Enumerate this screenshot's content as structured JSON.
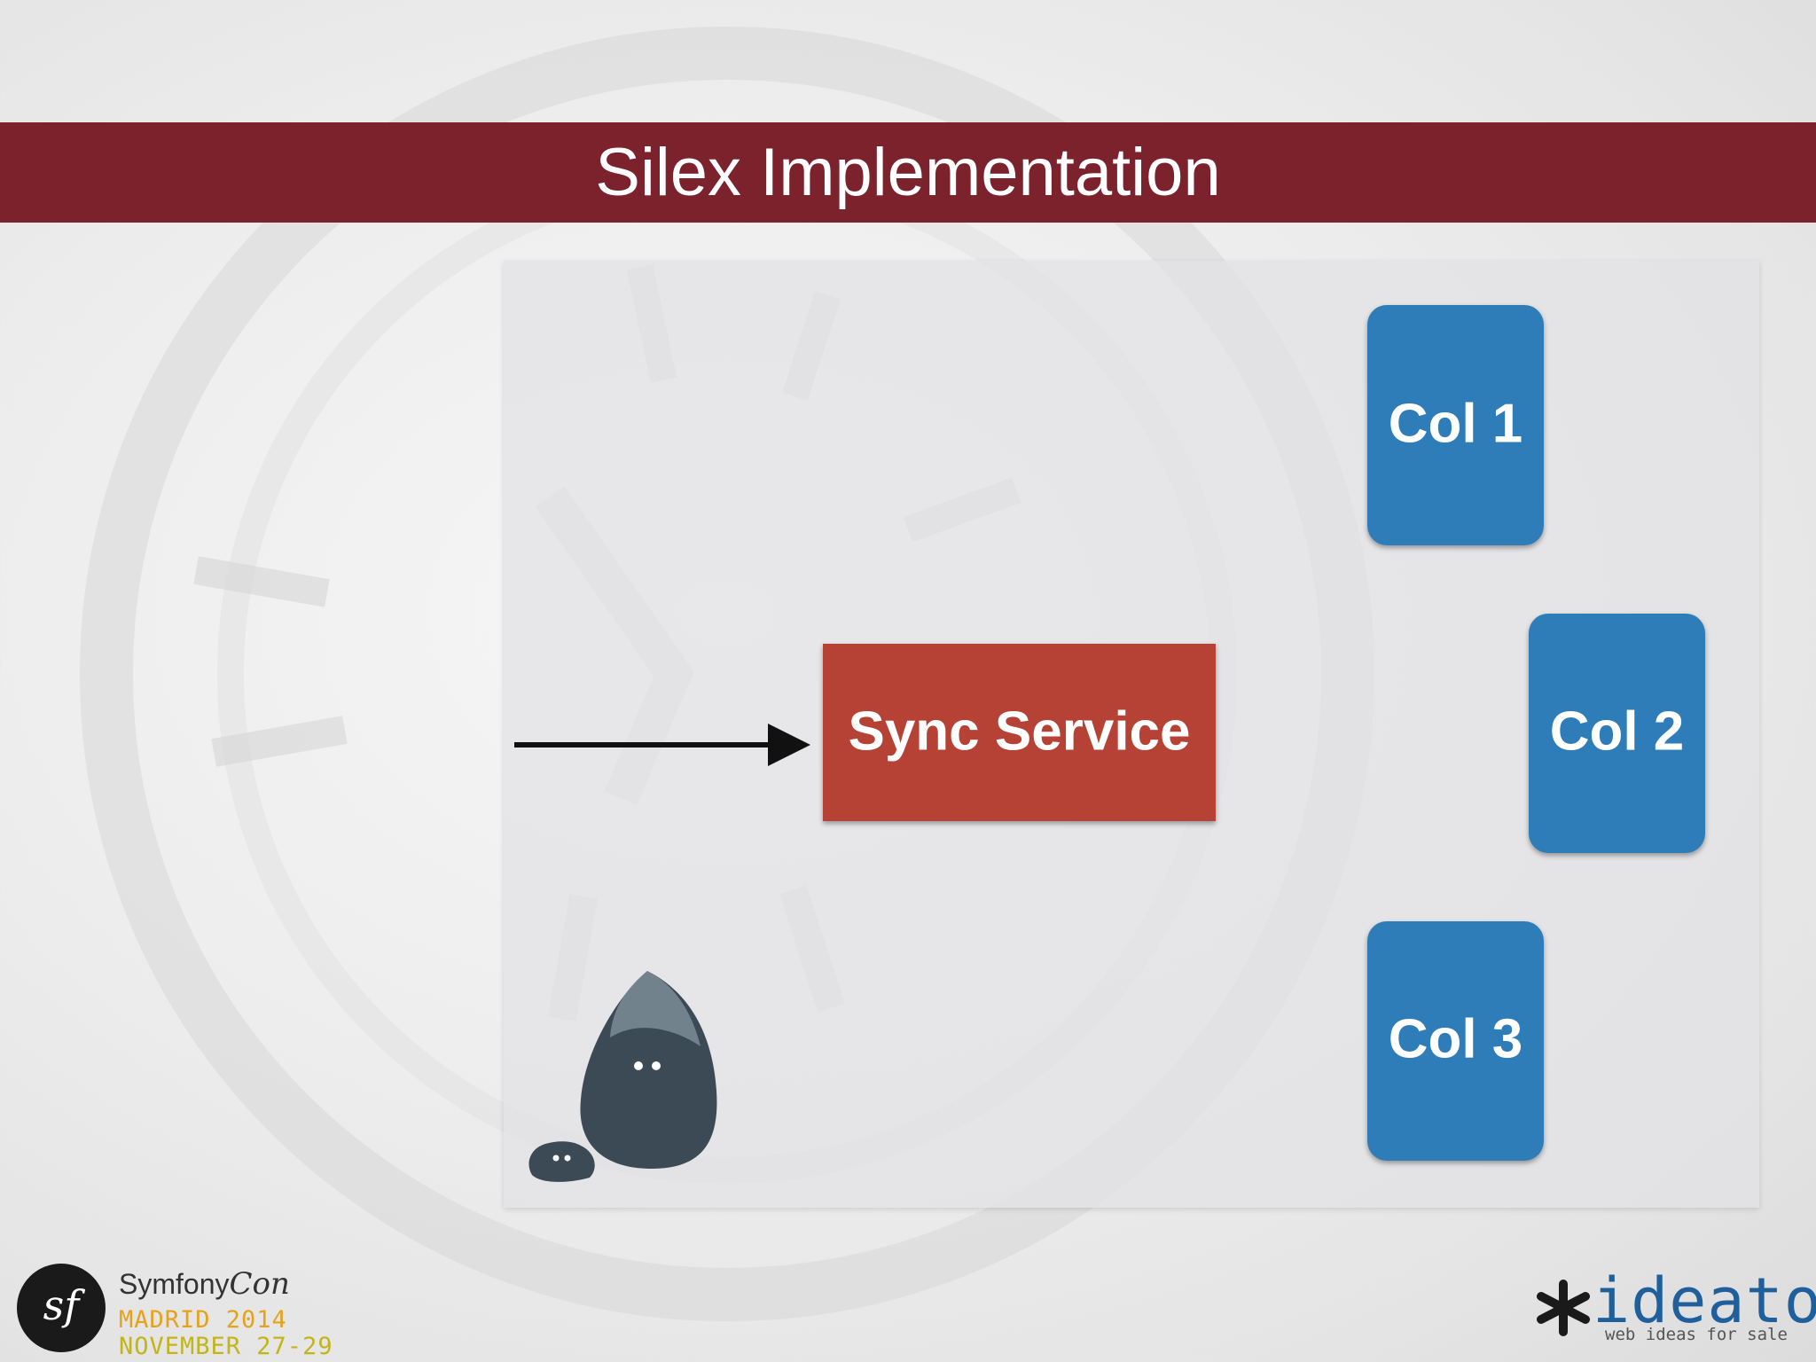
{
  "slide": {
    "title": "Silex Implementation"
  },
  "diagram": {
    "nodes": {
      "sync": "Sync Service",
      "col1": "Col 1",
      "col2": "Col 2",
      "col3": "Col 3"
    },
    "colors": {
      "sync_fill": "#b54334",
      "col_fill": "#2f7db8",
      "title_bar": "#7b222d",
      "arrow": "#111111"
    }
  },
  "branding": {
    "symfony": {
      "name": "Symfony",
      "con": "Con",
      "line1": "MADRID 2014",
      "line2": "NOVEMBER 27-29"
    },
    "ideato": {
      "name": "ideato",
      "tagline": "web ideas for sale"
    }
  }
}
